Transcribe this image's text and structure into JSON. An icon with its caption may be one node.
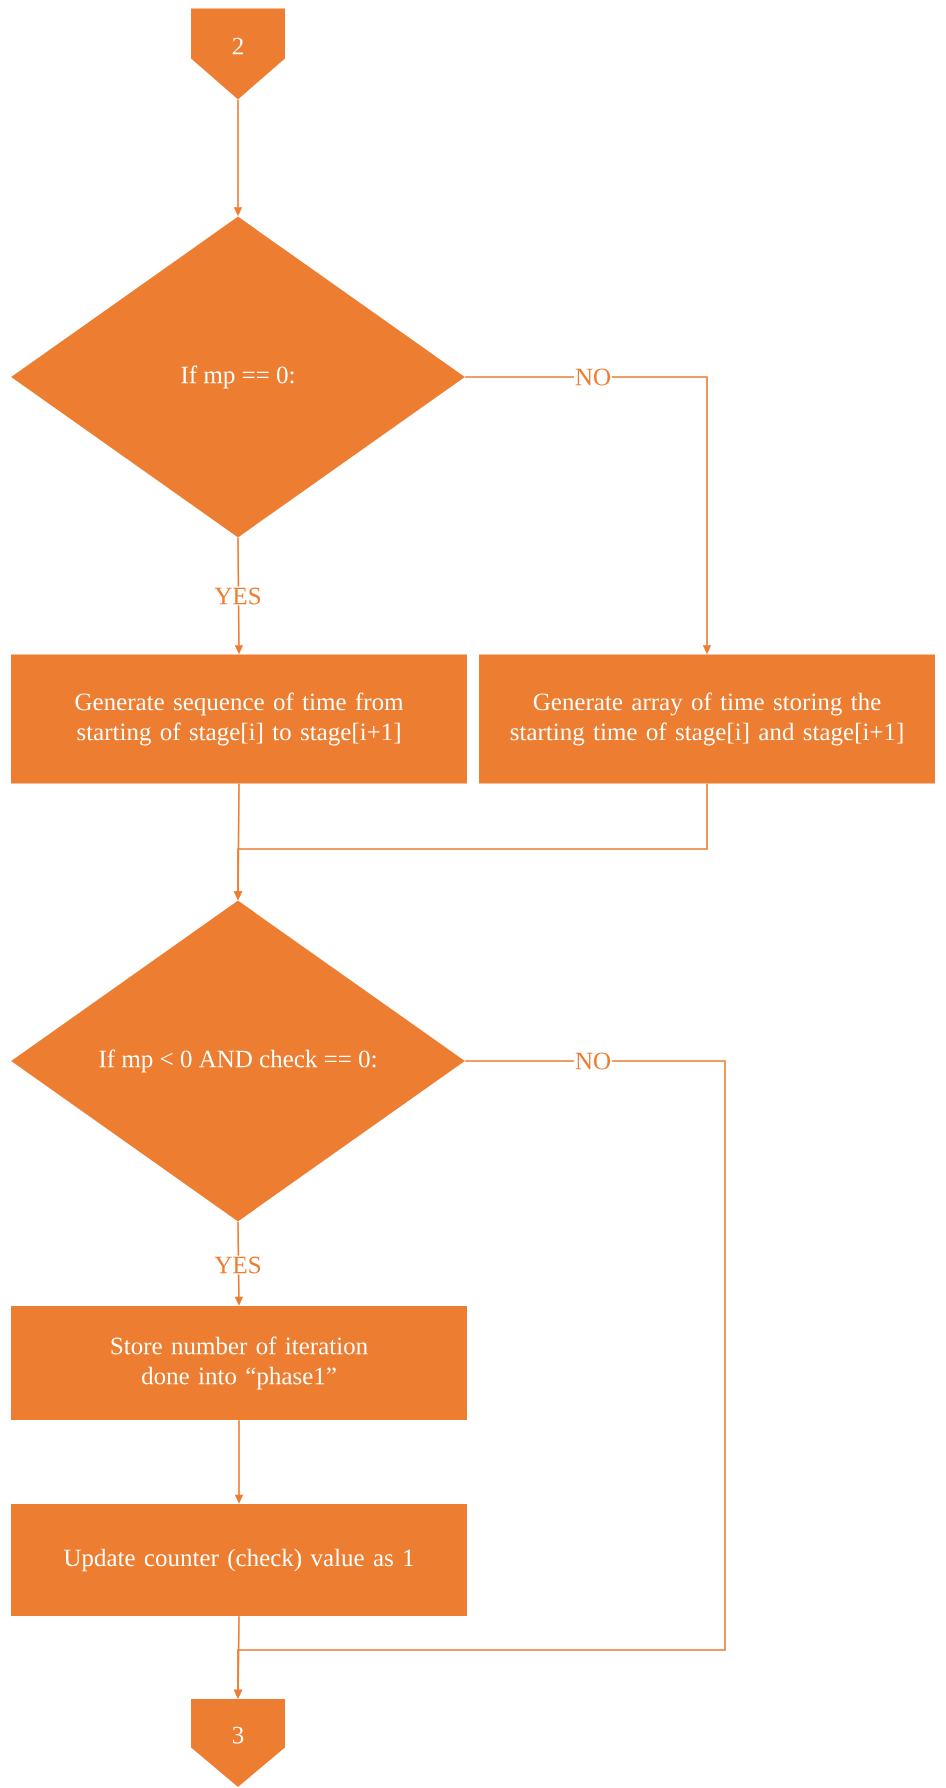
{
  "diagram": {
    "nodes": [
      {
        "text": [
          "2"
        ]
      },
      {
        "text": [
          "If mp == 0:"
        ]
      },
      {
        "text": [
          "Generate sequence of time from starting of stage[i] to stage[i+1]"
        ]
      },
      {
        "text": [
          "Generate array of time storing the starting time of stage[i] and stage[i+1]"
        ]
      },
      {
        "text": [
          "If mp < 0 AND check == 0:"
        ]
      },
      {
        "text": [
          "Store number of iteration done into “phase1”"
        ]
      },
      {
        "text": [
          "Update counter (check) value as 1"
        ]
      },
      {
        "text": [
          "3"
        ]
      }
    ],
    "edges": [
      {
        "from": 0,
        "to": 1,
        "arrow": "to"
      },
      {
        "from": 1,
        "to": 2,
        "arrow": "to",
        "label": "YES"
      },
      {
        "from": 1,
        "to": 3,
        "arrow": "to",
        "label": "NO"
      },
      {
        "from": 2,
        "to": 4,
        "arrow": "to"
      },
      {
        "from": 3,
        "to": 4,
        "arrow": "to"
      },
      {
        "from": 4,
        "to": 5,
        "arrow": "to",
        "label": "YES"
      },
      {
        "from": 4,
        "to": 7,
        "arrow": "to",
        "label": "NO"
      },
      {
        "from": 5,
        "to": 6,
        "arrow": "to"
      },
      {
        "from": 6,
        "to": 7,
        "arrow": "to"
      }
    ]
  }
}
